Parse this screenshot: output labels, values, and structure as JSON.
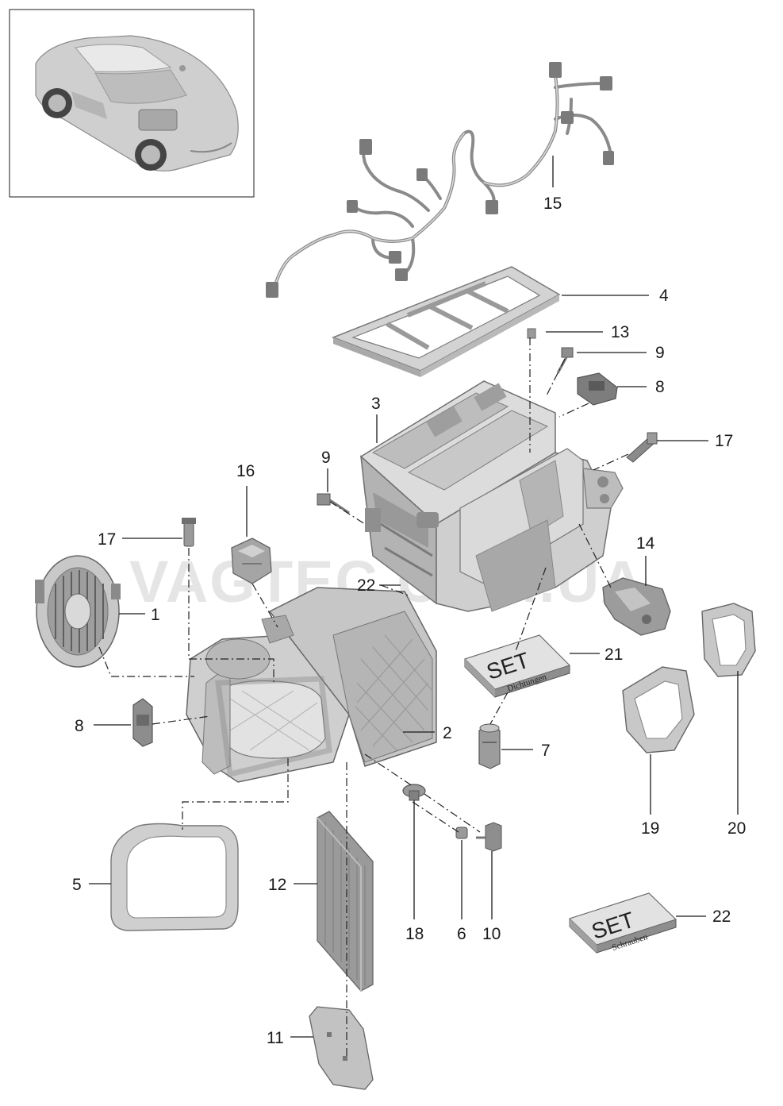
{
  "watermark": "VAGTEC.COM.UA",
  "colors": {
    "part_fill": "#c9c9c9",
    "part_dark": "#9a9a9a",
    "part_light": "#e4e4e4",
    "line": "#1a1a1a"
  },
  "callouts": {
    "c1": "1",
    "c2": "2",
    "c3": "3",
    "c4": "4",
    "c5": "5",
    "c6": "6",
    "c7": "7",
    "c8_right": "8",
    "c8_left": "8",
    "c9_right": "9",
    "c9_left": "9",
    "c10": "10",
    "c11": "11",
    "c12": "12",
    "c13": "13",
    "c14": "14",
    "c15": "15",
    "c16": "16",
    "c17_right": "17",
    "c17_left": "17",
    "c18": "18",
    "c19": "19",
    "c20": "20",
    "c21": "21",
    "c22_top": "22",
    "c22_bottom": "22"
  },
  "kits": {
    "seals": {
      "title": "SET",
      "subtitle": "Dichtungen"
    },
    "screws": {
      "title": "SET",
      "subtitle": "Schrauben"
    }
  }
}
